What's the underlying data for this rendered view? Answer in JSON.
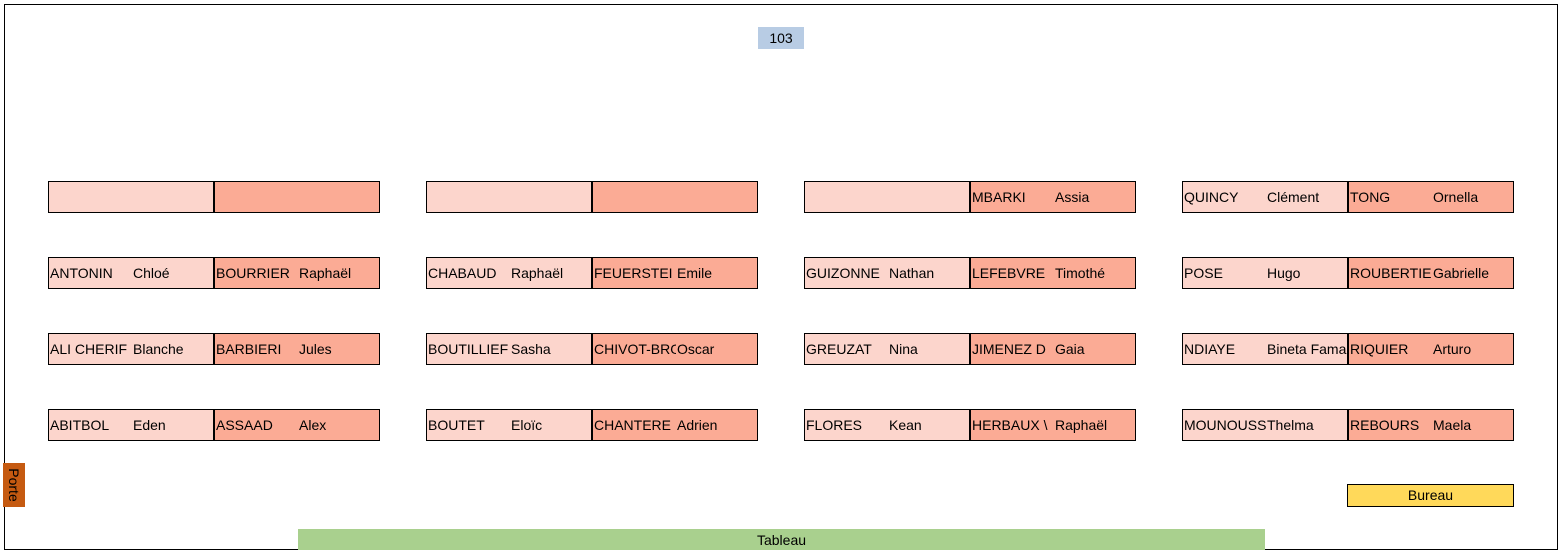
{
  "room": "103",
  "door": "Porte",
  "desk": "Bureau",
  "board": "Tableau",
  "colors": {
    "seat_light": "#fcd5cc",
    "seat_dark": "#fbab95",
    "room": "#b8cce4",
    "door": "#c55a11",
    "desk": "#ffd95a",
    "board": "#a9d08e"
  },
  "rows": [
    [
      [
        {
          "last": "",
          "first": ""
        },
        {
          "last": "",
          "first": ""
        }
      ],
      [
        {
          "last": "",
          "first": ""
        },
        {
          "last": "",
          "first": ""
        }
      ],
      [
        {
          "last": "",
          "first": ""
        },
        {
          "last": "MBARKI",
          "first": "Assia"
        }
      ],
      [
        {
          "last": "QUINCY",
          "first": "Clément"
        },
        {
          "last": "TONG",
          "first": "Ornella"
        }
      ]
    ],
    [
      [
        {
          "last": "ANTONIN",
          "first": "Chloé"
        },
        {
          "last": "BOURRIER",
          "first": "Raphaël"
        }
      ],
      [
        {
          "last": "CHABAUD",
          "first": "Raphaël"
        },
        {
          "last": "FEUERSTEI",
          "first": "Emile"
        }
      ],
      [
        {
          "last": "GUIZONNE",
          "first": "Nathan"
        },
        {
          "last": "LEFEBVRE",
          "first": "Timothé"
        }
      ],
      [
        {
          "last": "POSE",
          "first": "Hugo"
        },
        {
          "last": "ROUBERTIE",
          "first": "Gabrielle"
        }
      ]
    ],
    [
      [
        {
          "last": "ALI CHERIF",
          "first": "Blanche"
        },
        {
          "last": "BARBIERI",
          "first": "Jules"
        }
      ],
      [
        {
          "last": "BOUTILLIEF",
          "first": "Sasha"
        },
        {
          "last": "CHIVOT-BRO",
          "first": "Oscar"
        }
      ],
      [
        {
          "last": "GREUZAT",
          "first": "Nina"
        },
        {
          "last": "JIMENEZ D",
          "first": "Gaia"
        }
      ],
      [
        {
          "last": "NDIAYE",
          "first": "Bineta Fama"
        },
        {
          "last": "RIQUIER",
          "first": "Arturo"
        }
      ]
    ],
    [
      [
        {
          "last": "ABITBOL",
          "first": "Eden"
        },
        {
          "last": "ASSAAD",
          "first": "Alex"
        }
      ],
      [
        {
          "last": "BOUTET",
          "first": "Eloïc"
        },
        {
          "last": "CHANTERE",
          "first": "Adrien"
        }
      ],
      [
        {
          "last": "FLORES",
          "first": "Kean"
        },
        {
          "last": "HERBAUX \\",
          "first": "Raphaël"
        }
      ],
      [
        {
          "last": "MOUNOUSS",
          "first": "Thelma"
        },
        {
          "last": "REBOURS",
          "first": "Maela"
        }
      ]
    ]
  ]
}
